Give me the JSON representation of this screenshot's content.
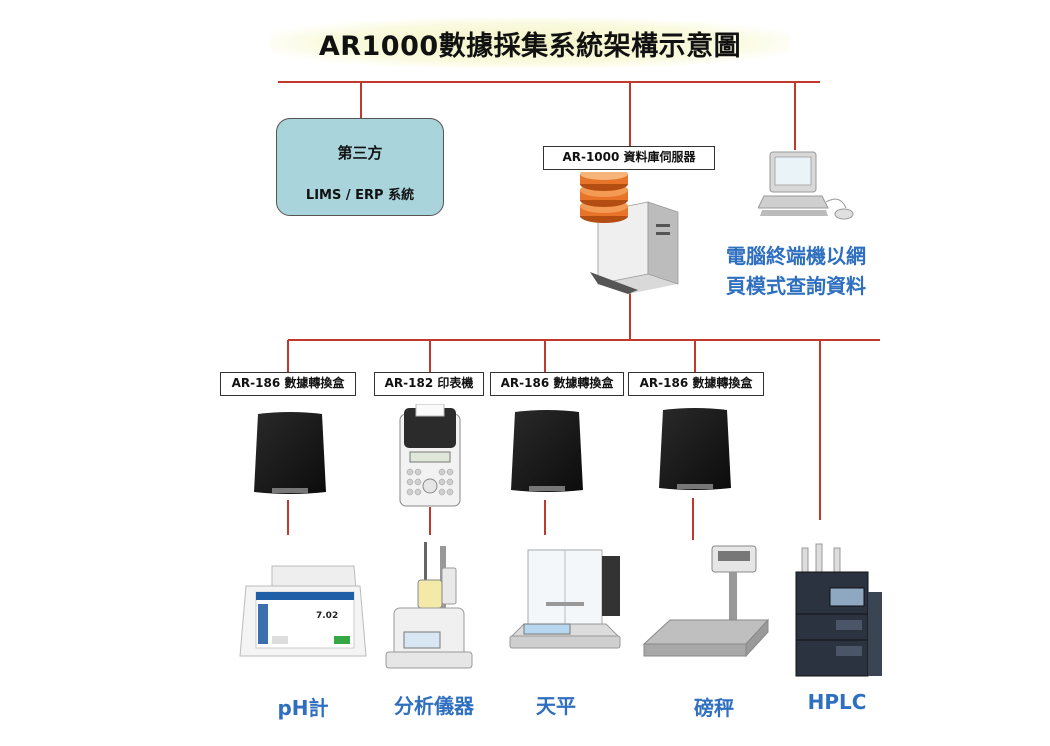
{
  "title": "AR1000數據採集系統架構示意圖",
  "third_party": {
    "line1": "第三方",
    "line2": "LIMS / ERP 系統"
  },
  "server_label": "AR-1000 資料庫伺服器",
  "terminal": {
    "line1": "電腦終端機以網",
    "line2": "頁模式查詢資料"
  },
  "modules": [
    {
      "label": "AR-186 數據轉換盒"
    },
    {
      "label": "AR-182 印表機"
    },
    {
      "label": "AR-186 數據轉換盒"
    },
    {
      "label": "AR-186 數據轉換盒"
    }
  ],
  "printer_screen": "",
  "devices": [
    {
      "label": "pH計",
      "reading": "7.02"
    },
    {
      "label": "分析儀器"
    },
    {
      "label": "天平"
    },
    {
      "label": "磅秤"
    },
    {
      "label": "HPLC"
    }
  ],
  "colors": {
    "wire": "#c0392b",
    "label_blue": "#2f6fc0",
    "box_fill": "#a9d4db",
    "db_orange": "#e8742a"
  }
}
